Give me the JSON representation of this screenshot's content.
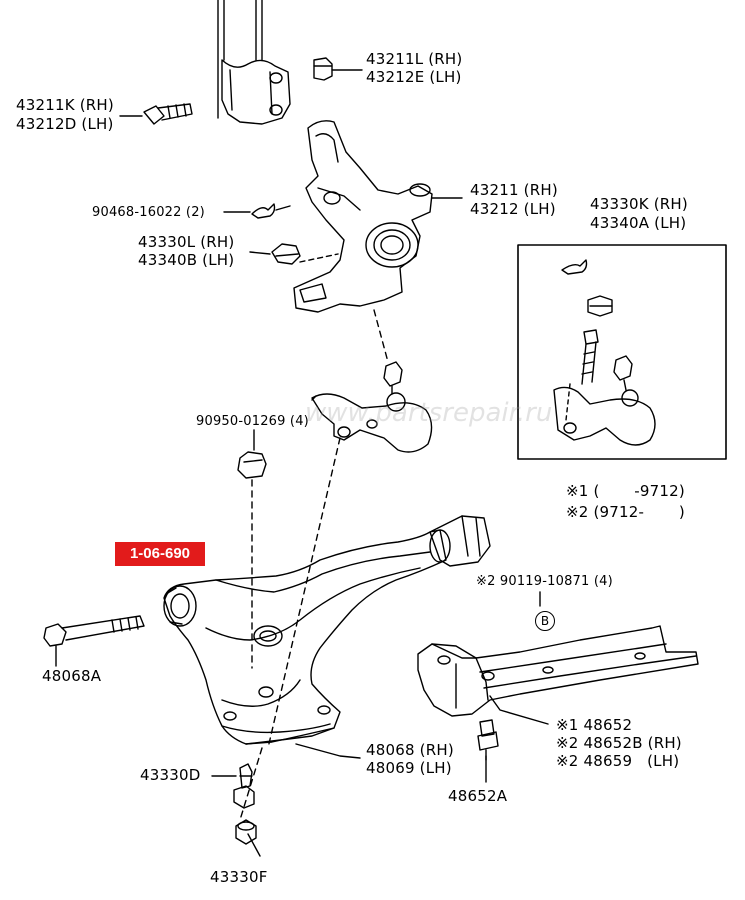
{
  "diagram": {
    "watermark": "www.partsrepair.ru",
    "reference_badge": "1-06-690",
    "bolt_marker": "B",
    "labels": {
      "strut_nut": [
        "43211L (RH)",
        "43212E (LH)"
      ],
      "strut_bolt": [
        "43211K (RH)",
        "43212D (LH)"
      ],
      "knuckle": [
        "43211 (RH)",
        "43212 (LH)"
      ],
      "cotter_pin": "90468-16022 (2)",
      "knuckle_nut": [
        "43330L (RH)",
        "43340B (LH)"
      ],
      "ball_joint_kit": [
        "43330K (RH)",
        "43340A (LH)"
      ],
      "ball_joint_nut": "90950-01269 (4)",
      "date_note_1": "※1 (       -9712)",
      "date_note_2": "※2 (9712-       )",
      "bolt_b": "※2 90119-10871 (4)",
      "arm_bolt": "48068A",
      "lower_arm": [
        "48068 (RH)",
        "48069 (LH)"
      ],
      "member": [
        "※1 48652",
        "※2 48652B (RH)",
        "※2 48659   (LH)"
      ],
      "member_bolt": "48652A",
      "arm_bushing_d": "43330D",
      "arm_bushing_f": "43330F"
    }
  }
}
